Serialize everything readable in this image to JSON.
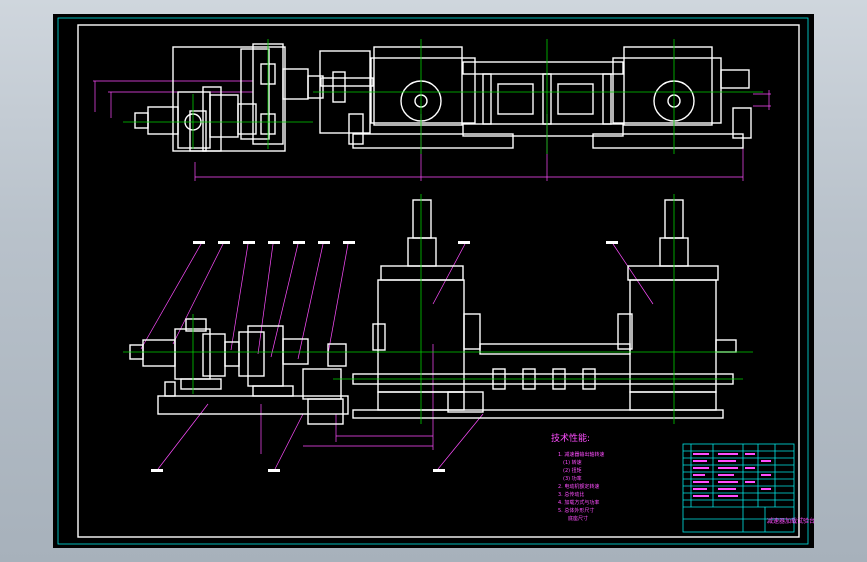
{
  "technical_requirements": {
    "heading": "技术性能:",
    "lines": [
      "1. 减速器输出轴转速",
      "(1) 转速",
      "(2) 扭矩",
      "(3) 功率",
      "2. 电动机额定转速",
      "3. 总传动比",
      "4. 加载方式与功率",
      "5. 总体外形尺寸",
      "底座尺寸"
    ]
  },
  "title_block": {
    "drawing_title": "减速器加载试验台"
  },
  "colors": {
    "sheet_background": "#000000",
    "outline": "#ffffff",
    "centerline": "#00d000",
    "dimension": "#ff4dff",
    "frame": "#00e5e5"
  }
}
